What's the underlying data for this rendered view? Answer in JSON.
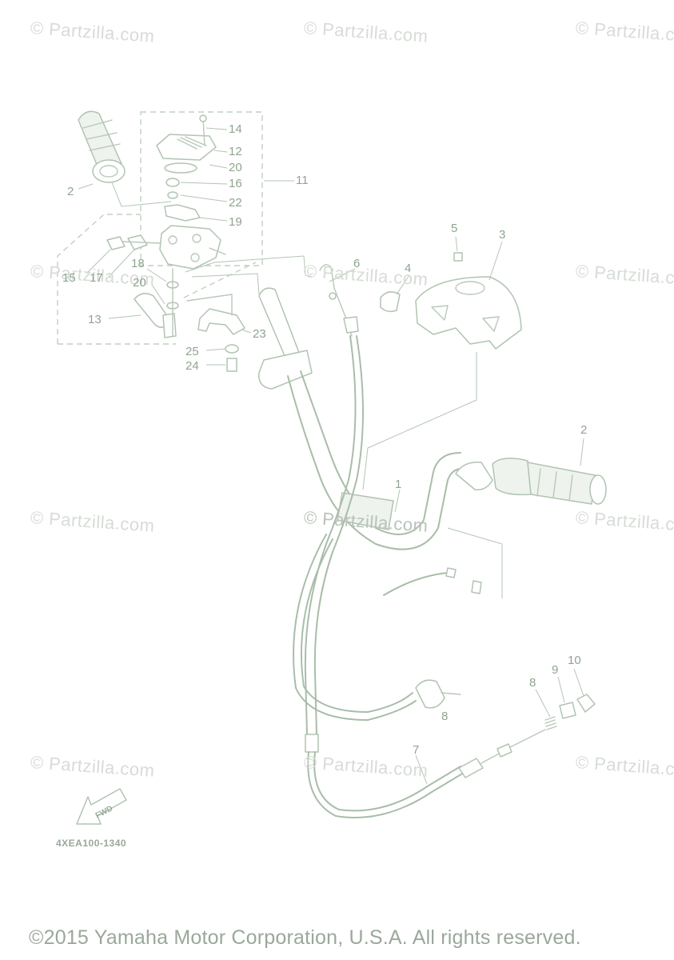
{
  "watermark": "© Partzilla.com",
  "diagram_code": "4XEA100-1340",
  "copyright": "©2015 Yamaha Motor Corporation, U.S.A. All rights reserved.",
  "fwd_label": "FWD",
  "callouts": {
    "c14": "14",
    "c12": "12",
    "c20a": "20",
    "c16": "16",
    "c22": "22",
    "c11": "11",
    "c19": "19",
    "c2a": "2",
    "c15": "15",
    "c17": "17",
    "c18": "18",
    "c20b": "20",
    "c13": "13",
    "c23": "23",
    "c25": "25",
    "c24": "24",
    "c6": "6",
    "c4": "4",
    "c5": "5",
    "c3": "3",
    "c2b": "2",
    "c1": "1",
    "c8a": "8",
    "c9": "9",
    "c10": "10",
    "c8b": "8",
    "c7": "7"
  },
  "colors": {
    "line": "#b8c9b8",
    "text": "#8fa58f",
    "watermark": "#d6dcd6"
  }
}
